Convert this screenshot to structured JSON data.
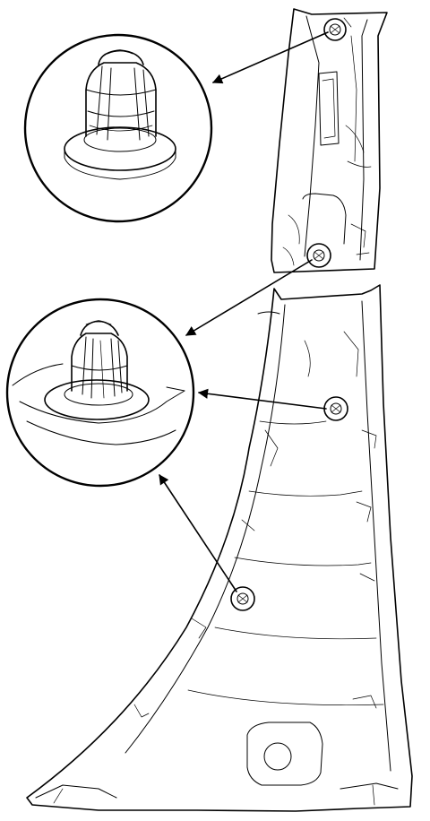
{
  "diagram": {
    "parts": [
      {
        "id": "upper-pillar-trim",
        "kind": "trim-panel"
      },
      {
        "id": "lower-pillar-trim",
        "kind": "trim-panel"
      }
    ],
    "clips": [
      {
        "id": "clip-1",
        "panel": "upper-pillar-trim",
        "detail": "detail-a"
      },
      {
        "id": "clip-2",
        "panel": "upper-pillar-trim",
        "detail": "detail-b"
      },
      {
        "id": "clip-3",
        "panel": "lower-pillar-trim",
        "detail": "detail-b"
      },
      {
        "id": "clip-4",
        "panel": "lower-pillar-trim",
        "detail": "detail-b"
      }
    ],
    "details": [
      {
        "id": "detail-a",
        "clip_style": "round-head push clip"
      },
      {
        "id": "detail-b",
        "clip_style": "round-head push clip with seat"
      }
    ],
    "colors": {
      "line": "#000000",
      "background": "#ffffff"
    }
  }
}
